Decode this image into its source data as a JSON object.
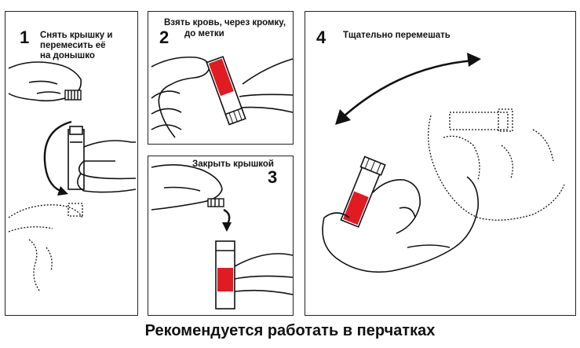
{
  "steps": [
    {
      "number": "1",
      "line1": "Снять крышку и",
      "line2": "перемесить её",
      "line3": "на донышко"
    },
    {
      "number": "2",
      "line1": "Взять кровь, через кромку,",
      "line2": "до метки"
    },
    {
      "number": "3",
      "line1": "Закрыть крышкой"
    },
    {
      "number": "4",
      "line1": "Тщательно перемешать"
    }
  ],
  "footer": "Рекомендуется работать в перчатках",
  "colors": {
    "blood": "#e11b22",
    "ink": "#111111"
  },
  "icons": [
    "hand-illustration",
    "tube-illustration",
    "rotation-arrow-icon",
    "down-arrow-icon",
    "double-headed-arrow-icon"
  ]
}
